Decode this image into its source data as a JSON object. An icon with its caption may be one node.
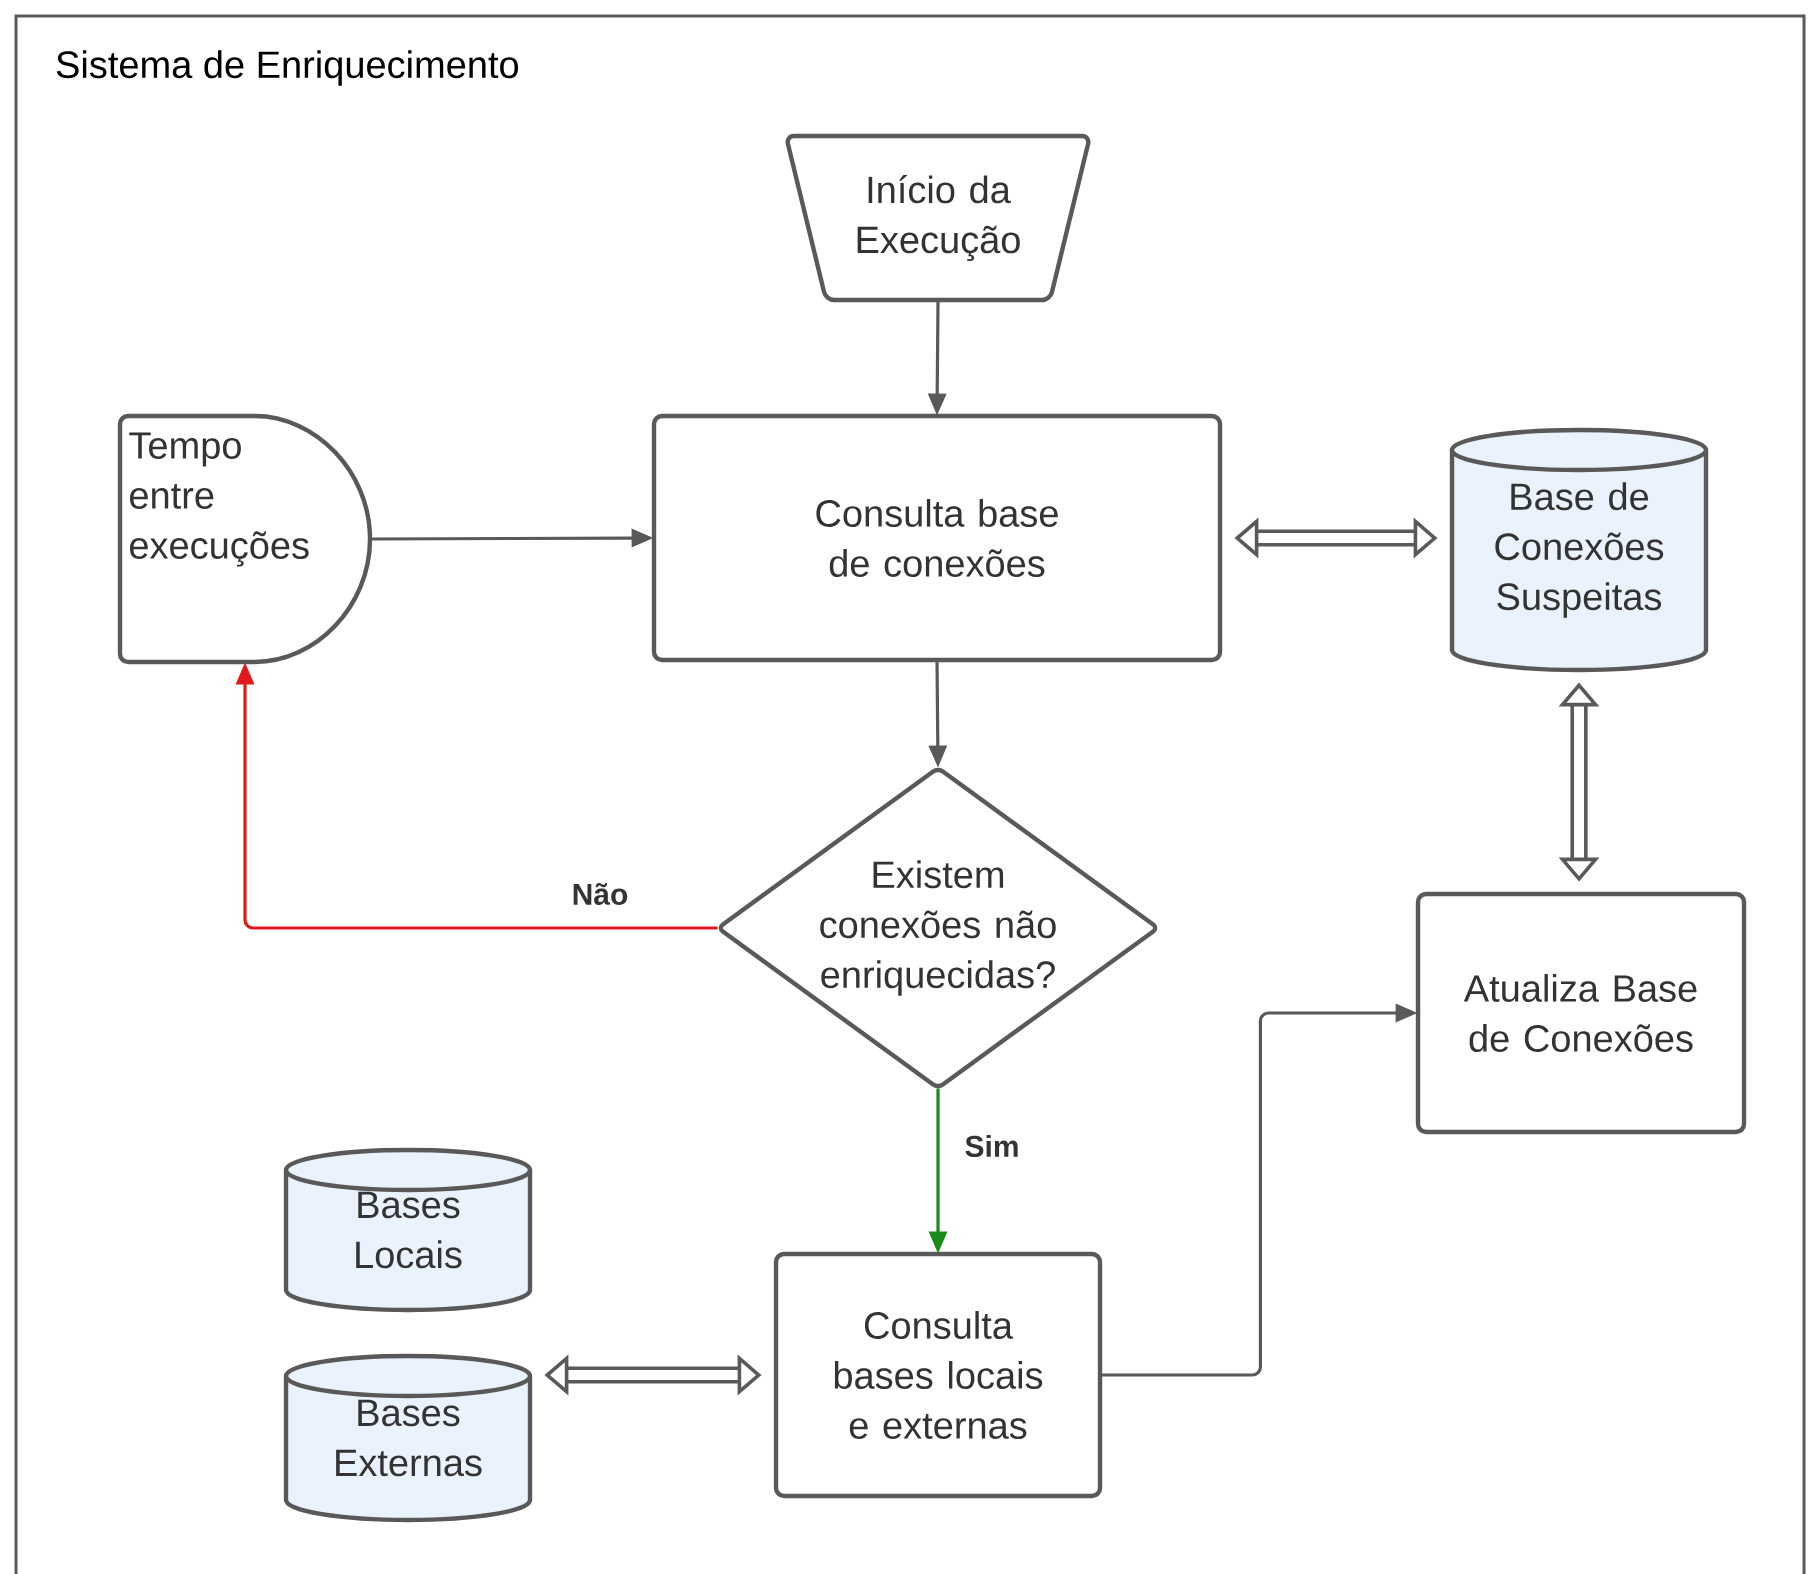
{
  "diagram": {
    "title": "Sistema de Enriquecimento",
    "nodes": [
      {
        "text": [
          "Início da Execução"
        ]
      },
      {
        "text": [
          "Tempo entre execuções"
        ]
      },
      {
        "text": [
          "Consulta base de conexões"
        ]
      },
      {
        "text": [
          "Base de Conexões Suspeitas"
        ]
      },
      {
        "text": [
          "Existem conexões não enriquecidas?"
        ]
      },
      {
        "text": [
          "Atualiza Base de Conexões"
        ]
      },
      {
        "text": [
          "Bases Locais"
        ]
      },
      {
        "text": [
          "Bases Externas"
        ]
      },
      {
        "text": [
          "Consulta bases locais e externas"
        ]
      }
    ],
    "edges": [
      {
        "from": 0,
        "to": 2,
        "arrow": "to"
      },
      {
        "from": 1,
        "to": 2,
        "arrow": "to"
      },
      {
        "from": 2,
        "to": 3,
        "arrow": "both",
        "style": "thick"
      },
      {
        "from": 3,
        "to": 5,
        "arrow": "both",
        "style": "thick"
      },
      {
        "from": 2,
        "to": 4,
        "arrow": "to"
      },
      {
        "from": 4,
        "to": 1,
        "arrow": "to",
        "label": "Não",
        "color": "#e0191b"
      },
      {
        "from": 4,
        "to": 8,
        "arrow": "to",
        "label": "Sim",
        "color": "#1a8a1a"
      },
      {
        "from": 8,
        "to": 5,
        "arrow": "to"
      },
      {
        "from": 8,
        "to": 7,
        "arrow": "both",
        "style": "thick"
      }
    ]
  }
}
